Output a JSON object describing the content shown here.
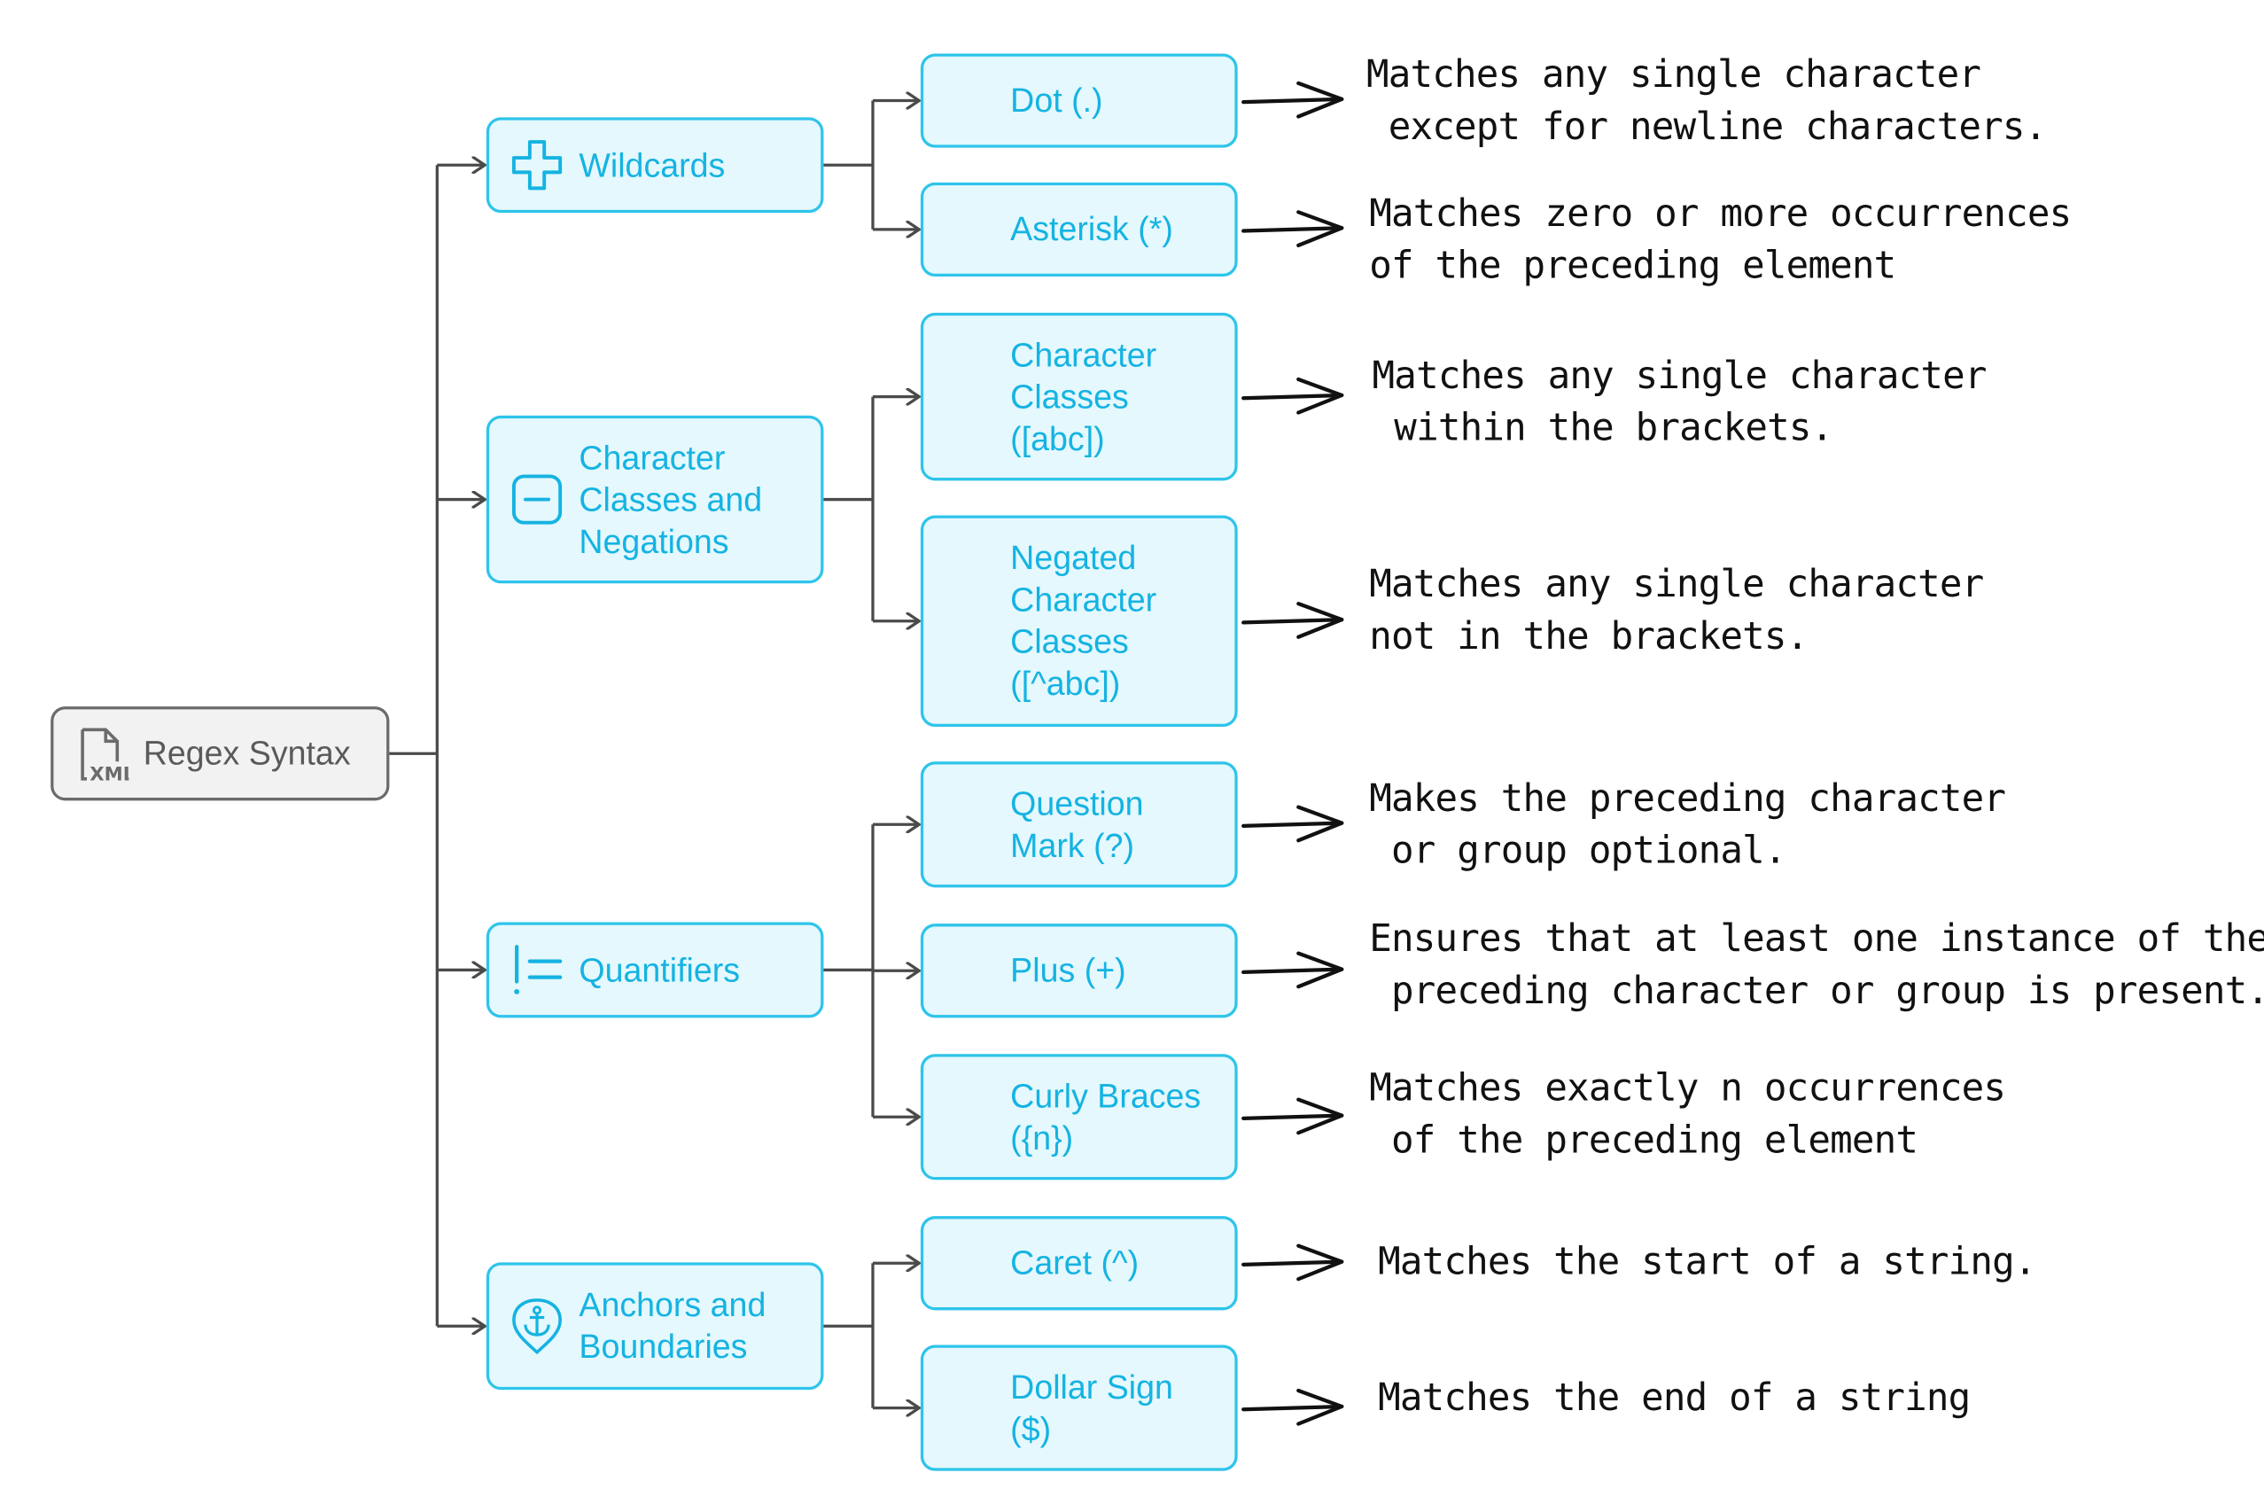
{
  "colors": {
    "accent": "#2ec4ea",
    "accent_text": "#15b3e2",
    "accent_fill": "#e4f8fd",
    "root_border": "#6b6b6b",
    "root_fill": "#f2f2f2",
    "line": "#4a4a4a"
  },
  "root": {
    "label": "Regex Syntax",
    "icon": "xml-file-icon"
  },
  "categories": [
    {
      "label": "Wildcards",
      "icon": "plus-icon",
      "items": [
        {
          "label": "Dot (.)",
          "desc": "Matches any single character\n except for newline characters."
        },
        {
          "label": "Asterisk (*)",
          "desc": "Matches zero or more occurrences\nof the preceding element"
        }
      ]
    },
    {
      "label": "Character\nClasses and\nNegations",
      "icon": "minus-square-icon",
      "items": [
        {
          "label": "Character\nClasses\n([abc])",
          "desc": "Matches any single character\n within the brackets."
        },
        {
          "label": "Negated\nCharacter\nClasses\n([^abc])",
          "desc": "Matches any single character\nnot in the brackets."
        }
      ]
    },
    {
      "label": "Quantifiers",
      "icon": "list-exclamation-icon",
      "items": [
        {
          "label": "Question\nMark (?)",
          "desc": "Makes the preceding character\n or group optional."
        },
        {
          "label": "Plus (+)",
          "desc": "Ensures that at least one instance of the\n preceding character or group is present."
        },
        {
          "label": "Curly Braces\n({n})",
          "desc": "Matches exactly n occurrences\n of the preceding element"
        }
      ]
    },
    {
      "label": "Anchors and\nBoundaries",
      "icon": "anchor-icon",
      "items": [
        {
          "label": "Caret (^)",
          "desc": "Matches the start of a string."
        },
        {
          "label": "Dollar Sign\n($)",
          "desc": "Matches the end of a string"
        }
      ]
    }
  ]
}
